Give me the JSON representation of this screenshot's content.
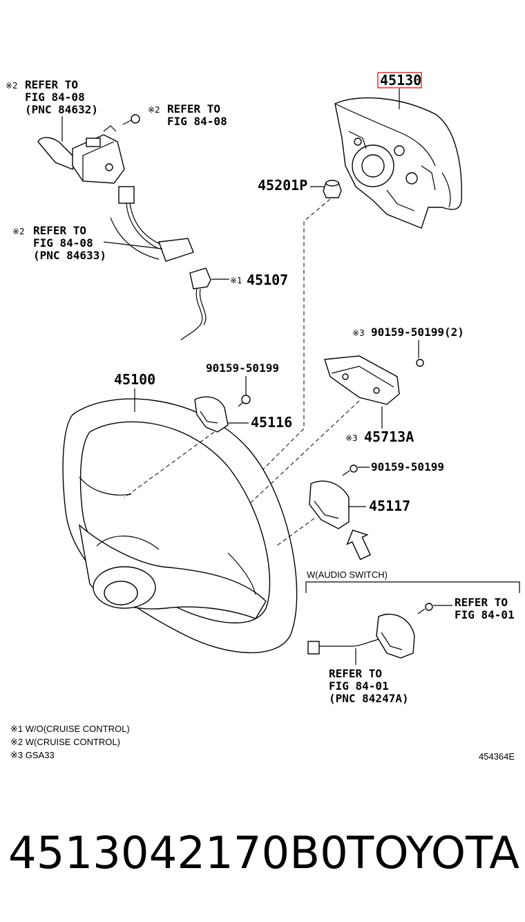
{
  "labels": {
    "pnc_45130": "45130",
    "pnc_45201p": "45201P",
    "pnc_45107": "45107",
    "pnc_45100": "45100",
    "pnc_45116": "45116",
    "pnc_45713a": "45713A",
    "pnc_45117": "45117",
    "bolt_a": "90159-50199",
    "bolt_b": "90159-50199(2)",
    "bolt_c": "90159-50199",
    "mark1": "※1",
    "mark2": "※2",
    "mark3": "※3",
    "refer_to": "REFER TO",
    "fig_8408": "FIG 84-08",
    "fig_8401": "FIG 84-01",
    "pnc_84632": "(PNC 84632)",
    "pnc_84633": "(PNC 84633)",
    "pnc_84247a": "(PNC 84247A)",
    "audio_switch": "W(AUDIO SWITCH)",
    "illustration_id": "454364E"
  },
  "notes": [
    "※1 W/O(CRUISE CONTROL)",
    "※2 W(CRUISE CONTROL)",
    "※3 GSA33"
  ],
  "highlight_color": "#e03030",
  "footer": {
    "part_number": "4513042170B0",
    "brand": "TOYOTA"
  }
}
